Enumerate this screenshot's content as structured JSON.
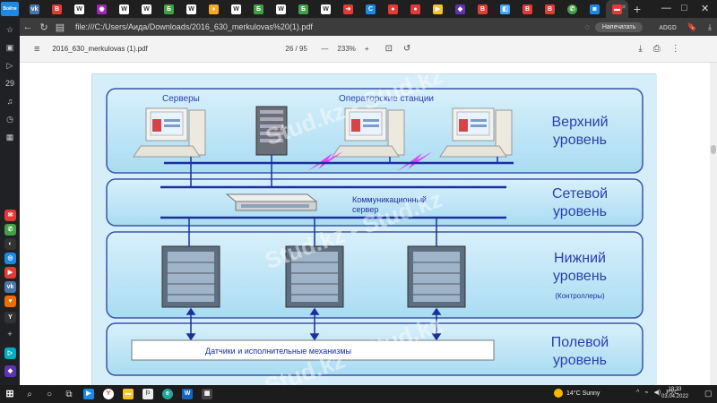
{
  "browser": {
    "address": "file:///C:/Users/Аида/Downloads/2016_630_merkulovas%20(1).pdf",
    "print_button": "Напечатать",
    "sidebar_badge": "Войти",
    "sidebar_number": "29"
  },
  "pdf_toolbar": {
    "filename": "2016_630_merkulovas (1).pdf",
    "page": "26 / 95",
    "zoom": "233%",
    "zoom_minus": "—",
    "zoom_plus": "+"
  },
  "diagram": {
    "top_label_servers": "Серверы",
    "top_label_stations": "Операторские станции",
    "comm_server_1": "Коммуникационный",
    "comm_server_2": "сервер",
    "sensors": "Датчики и исполнительные механизмы",
    "levels": {
      "top_1": "Верхний",
      "top_2": "уровень",
      "net_1": "Сетевой",
      "net_2": "уровень",
      "low_1": "Нижний",
      "low_2": "уровень",
      "low_3": "(Контроллеры)",
      "field_1": "Полевой",
      "field_2": "уровень"
    },
    "watermark": "Stud.kz - Stud.kz"
  },
  "taskbar": {
    "weather": "14°C  Sunny",
    "lang": "РУС",
    "time": "18:33",
    "date": "03.04.2022"
  },
  "colors": {
    "level_fill": "#bfe6f5",
    "level_border": "#3a55a8",
    "bus": "#1b2f9e",
    "label_blue": "#2a3fae",
    "page_bg": "#cfe9f7"
  }
}
